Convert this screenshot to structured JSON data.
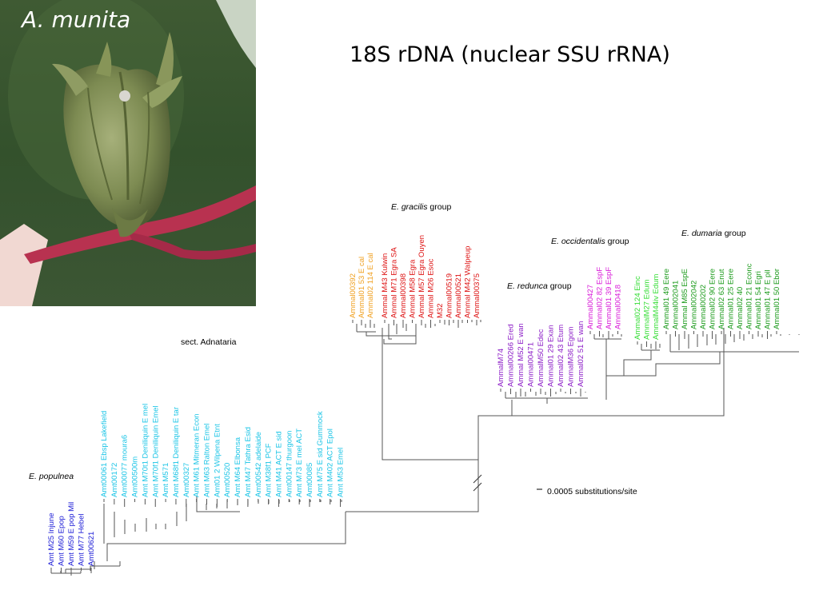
{
  "photo_caption": "A. munita",
  "title": "18S rDNA (nuclear SSU rRNA)",
  "groups": {
    "populnea": "E. populnea",
    "adnataria": "sect. Adnataria",
    "gracilis": {
      "italic": "E. gracilis",
      "suffix": " group"
    },
    "occidentalis": {
      "italic": "E. occidentalis",
      "suffix": " group"
    },
    "redunca": {
      "italic": "E. redunca",
      "suffix": " group"
    },
    "dumaria": {
      "italic": "E. dumaria",
      "suffix": " group"
    }
  },
  "scale_label": "0.0005 substitutions/site",
  "colors": {
    "populnea": "#1a1ad6",
    "adnataria": "#19c4e6",
    "gracilis_orange": "#f0a020",
    "gracilis_red": "#dd1111",
    "redunca": "#8a1ac6",
    "occidentalis": "#d81ad8",
    "dumaria_light": "#33dd33",
    "dumaria_dark": "#1a9a1a",
    "branch": "#555555"
  },
  "taxa": {
    "populnea": [
      "Amt M25 Injune",
      "Amt M60 Epop",
      "Amt M59 E pop Mil",
      "Amt M77 Hebel",
      "Amt00621"
    ],
    "adnataria": [
      "Amt00061 Ebsp Lakefield",
      "Amt00172",
      "Amt00077 moura6",
      "Amt00500m",
      "Amt M70t1 Deniliquin E mel",
      "Amt M70f1 Deniliquin Emel",
      "Amt M571",
      "Amt M68f1 Deniliquin E tar",
      "Amt00327",
      "Amt M61 Mitmeran Econ",
      "Amt M63 Ralton Emel",
      "Amt01 2 Wilpena Etnt",
      "Amt00520",
      "Amt M64 Elbonsa",
      "Amt M47 Tathra Esid",
      "Amt00542 adelaide",
      "Amt M38f1 PCF",
      "Amt M41 ACT E sid",
      "Amt00147 thurgoon",
      "Amt M73 E mel ACT",
      "Amt00085",
      "Amt M75 E sid Gummock",
      "Amt M402 ACT Epol",
      "Amt M53 Emel"
    ],
    "gracilis_orange": [
      "Ammal00392",
      "Ammal01 53 E cal",
      "Ammal02 114 E cal"
    ],
    "gracilis_red": [
      "Ammal M43 Kulwin",
      "Ammal M71 Egra SA",
      "Ammal00398",
      "Ammal M58 Egra",
      "Ammal M57 Egra Ouyen",
      "Ammal M26 Esoc",
      "M32",
      "Ammal00519",
      "Ammal00521",
      "Ammal M42 Walpeup",
      "Ammal00375"
    ],
    "redunca": [
      "AmmalM74",
      "Ammal00266 Ered",
      "Ammal M52 E wan",
      "Ammal00471",
      "AmmalM50 Edec",
      "Ammal01 29 Exan",
      "Ammal02 43 Etum",
      "AmmalM36 Egom",
      "Ammal02 51 E wan"
    ],
    "occidentalis": [
      "Ammal00427",
      "Ammal02 82 EspF",
      "Ammal01 39 EspF",
      "Ammal00418"
    ],
    "dumaria_light": [
      "Ammal02 124 Einc",
      "AmmalM27 Edum",
      "AmmalM44iv Edum"
    ],
    "dumaria_dark": [
      "Ammal01 49 Eere",
      "Ammal002041",
      "Ammal M85 EspE",
      "Ammal002042",
      "Ammal00202",
      "Ammal02 90 Eere",
      "Ammal02 63 Enut",
      "Ammal01 25 Eere",
      "Ammal02 40",
      "Ammal01 21 Econc",
      "Ammal01 54 Egri",
      "Ammal01 47 E pil",
      "Ammal01 50 Ebor"
    ]
  }
}
